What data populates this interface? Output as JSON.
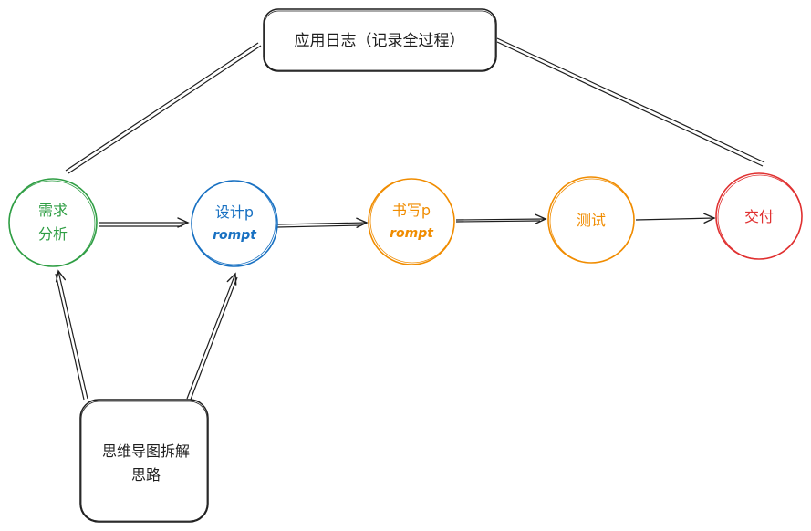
{
  "diagram": {
    "log_box": {
      "label": "应用日志（记录全过程）"
    },
    "mindmap_box": {
      "line1": "思维导图拆解",
      "line2": "思路"
    },
    "nodes": [
      {
        "id": "requirements",
        "line1": "需求",
        "line2": "分析",
        "color": "#2f9e44"
      },
      {
        "id": "design",
        "line1": "设计p",
        "line2": "rompt",
        "color": "#1971c2"
      },
      {
        "id": "write",
        "line1": "书写p",
        "line2": "rompt",
        "color": "#f08c00"
      },
      {
        "id": "test",
        "line1": "测试",
        "line2": "",
        "color": "#f08c00"
      },
      {
        "id": "deliver",
        "line1": "交付",
        "line2": "",
        "color": "#e03131"
      }
    ]
  }
}
